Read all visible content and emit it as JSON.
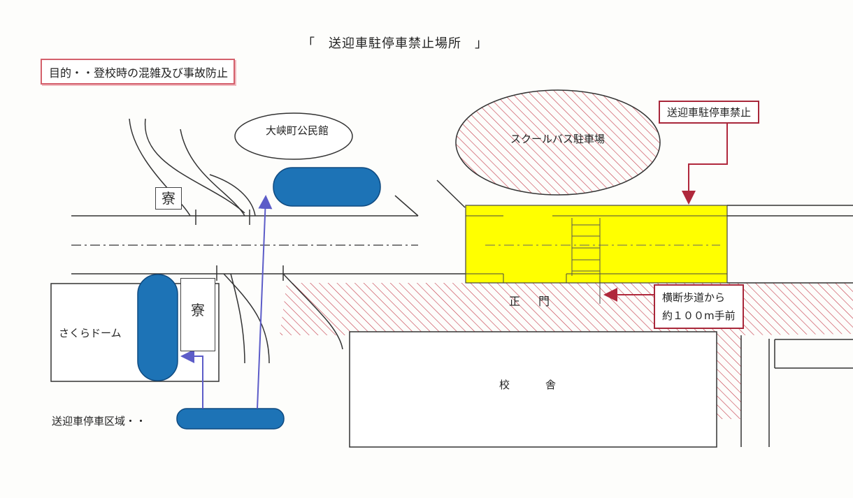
{
  "title": "「　送迎車駐停車禁止場所　」",
  "purpose": "目的・・登校時の混雑及び事故防止",
  "labels": {
    "community_hall": "大峡町公民館",
    "school_bus_parking": "スクールバス駐車場",
    "no_parking": "送迎車駐停車禁止",
    "sakura_dome": "さくらドーム",
    "main_gate_1": "正",
    "main_gate_2": "門",
    "school_building_1": "校",
    "school_building_2": "舎",
    "crosswalk_note_line1": "横断歩道から",
    "crosswalk_note_line2": "約１００m手前",
    "pickup_zone": "送迎車停車区域・・",
    "dorm_1": "寮",
    "dorm_2": "寮"
  },
  "colors": {
    "no_parking_zone": "#ffff00",
    "pickup_zone": "#1d73b6",
    "hatch": "#c43a49",
    "callout_border": "#a8273a",
    "route_arrow": "#5c5cc8"
  }
}
